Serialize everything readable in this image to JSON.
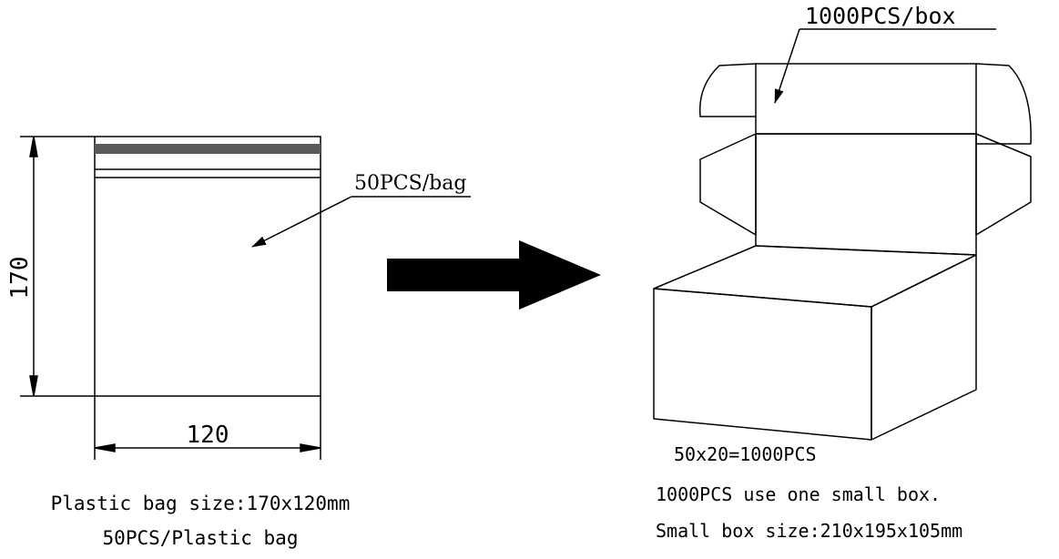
{
  "bag": {
    "callout": "50PCS/bag",
    "height_dim": "170",
    "width_dim": "120",
    "caption_line1": "Plastic bag size:170x120mm",
    "caption_line2": "50PCS/Plastic bag"
  },
  "box": {
    "callout": "1000PCS/box",
    "line1": "50x20=1000PCS",
    "line2": "1000PCS use one small box.",
    "line3": "Small box size:210x195x105mm"
  },
  "colors": {
    "line": "#000000",
    "seal_strip": "#5a5a5a",
    "arrow": "#000000"
  }
}
